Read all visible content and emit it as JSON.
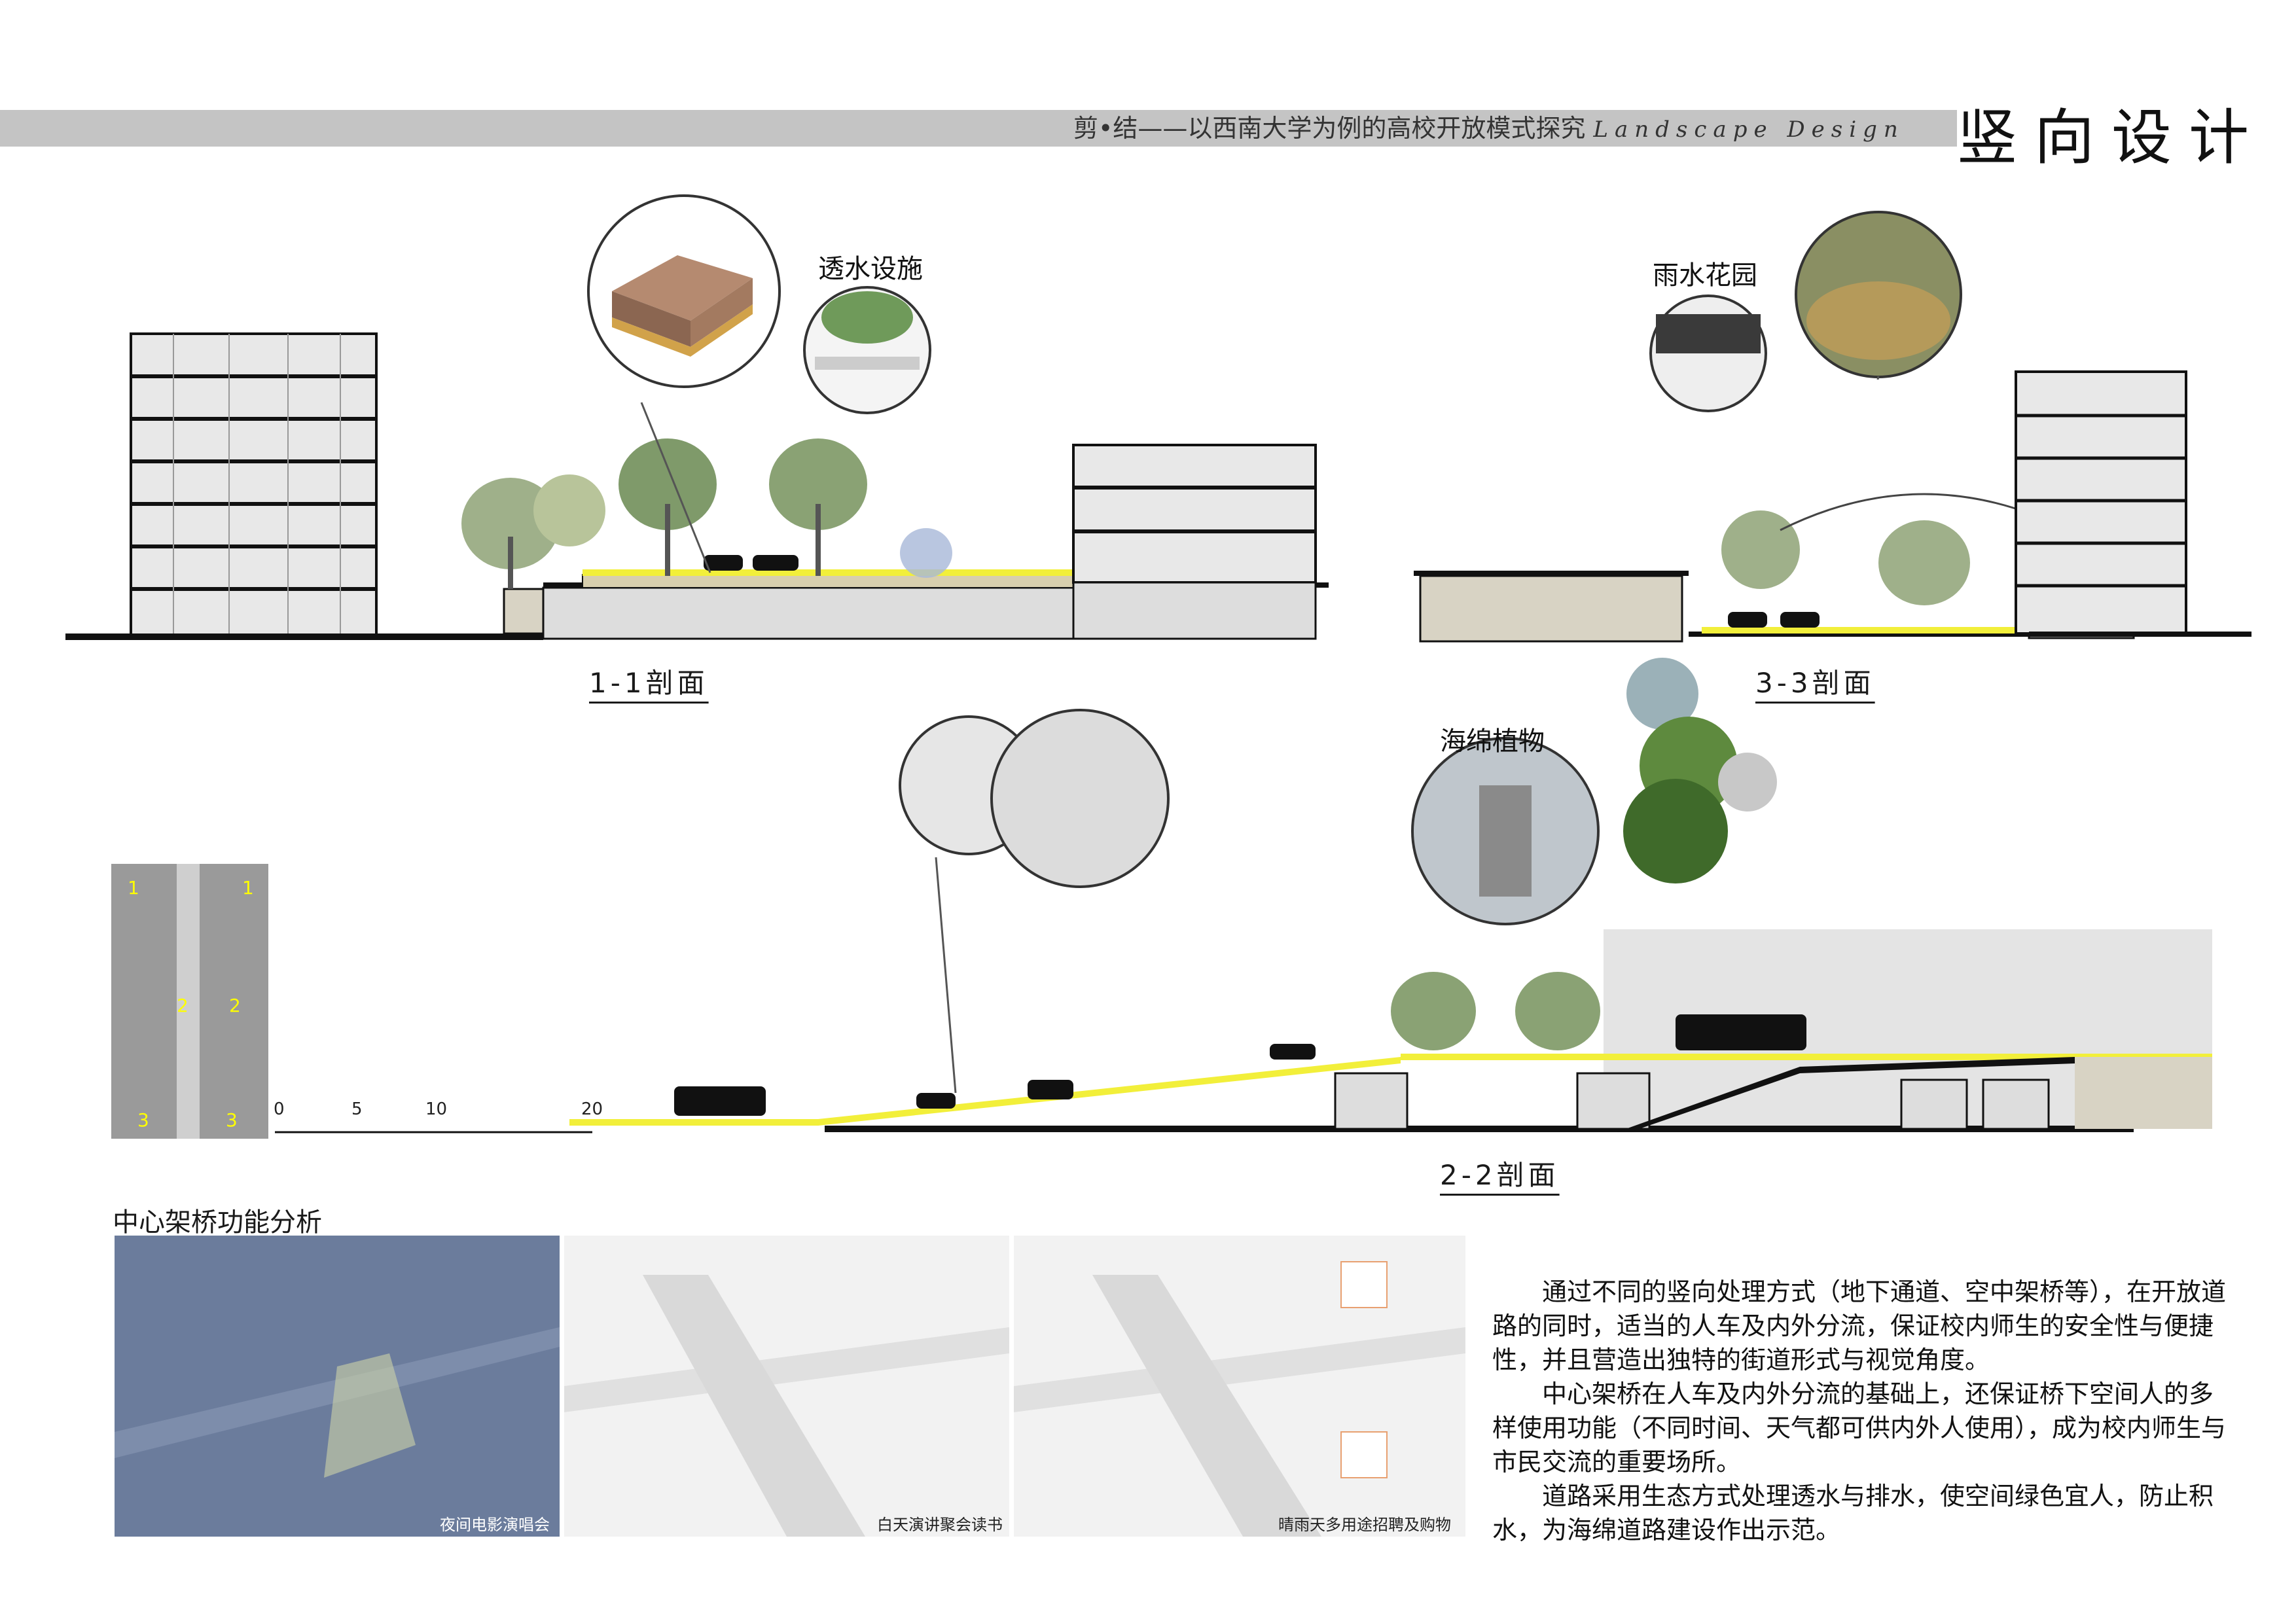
{
  "header": {
    "subtitle_cn": "剪•结——以西南大学为例的高校开放模式探究",
    "subtitle_en": "Landscape Design",
    "title": "竖向设计"
  },
  "sections": {
    "s11": "1-1剖面",
    "s33": "3-3剖面",
    "s22": "2-2剖面"
  },
  "callouts": {
    "permeable": "透水设施",
    "rain_garden": "雨水花园",
    "sponge_plants": "海绵植物"
  },
  "scale_bar": {
    "ticks": [
      "0",
      "5",
      "10",
      "20"
    ]
  },
  "key_plan": {
    "marks": [
      "1",
      "1",
      "2",
      "2",
      "3",
      "3"
    ]
  },
  "bridge_analysis": {
    "title": "中心架桥功能分析",
    "panels": [
      {
        "caption": "夜间电影演唱会"
      },
      {
        "caption": "白天演讲聚会读书"
      },
      {
        "caption": "晴雨天多用途招聘及购物"
      }
    ]
  },
  "description": {
    "paragraphs": [
      "通过不同的竖向处理方式（地下通道、空中架桥等），在开放道路的同时，适当的人车及内外分流，保证校内师生的安全性与便捷性，并且营造出独特的街道形式与视觉角度。",
      "中心架桥在人车及内外分流的基础上，还保证桥下空间人的多样使用功能（不同时间、天气都可供内外人使用），成为校内师生与市民交流的重要场所。",
      "道路采用生态方式处理透水与排水，使空间绿色宜人，防止积水，为海绵道路建设作出示范。"
    ]
  },
  "colors": {
    "header_bar": "#c4c4c4",
    "highlight": "#f2ef3a",
    "night_panel": "#6b7c9c",
    "ground": "#111111"
  }
}
